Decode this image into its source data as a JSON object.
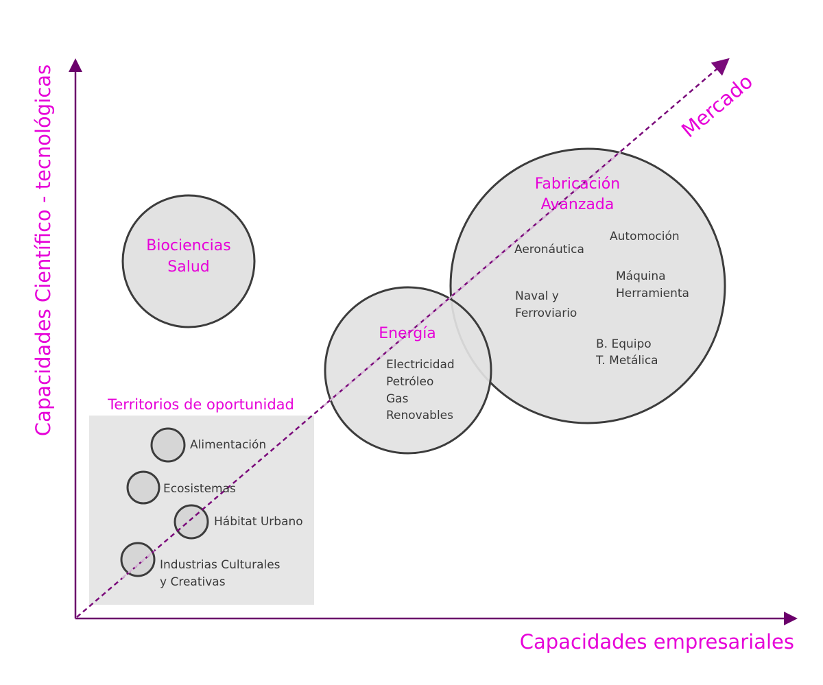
{
  "axes": {
    "x_label": "Capacidades empresariales",
    "y_label": "Capacidades Científico - tecnológicas",
    "diagonal_label": "Mercado"
  },
  "colors": {
    "accent": "#e600d8",
    "axis": "#6b006b",
    "diagonal": "#7a0a7a",
    "circle_fill": "#e2e2e2",
    "territory_box": "#e6e6e6"
  },
  "biociencias": {
    "line1": "Biociencias",
    "line2": "Salud"
  },
  "energia": {
    "title": "Energía",
    "items": [
      "Electricidad",
      "Petróleo",
      "Gas",
      "Renovables"
    ]
  },
  "fabricacion": {
    "title_line1": "Fabricación",
    "title_line2": "Avanzada",
    "aeronautica": "Aeronáutica",
    "automocion": "Automoción",
    "naval_line1": "Naval y",
    "naval_line2": "Ferroviario",
    "maquina_line1": "Máquina",
    "maquina_line2": "Herramienta",
    "bequipo_line1": "B. Equipo",
    "bequipo_line2": "T. Metálica"
  },
  "territorios": {
    "title": "Territorios de oportunidad",
    "alimentacion": "Alimentación",
    "ecosistemas": "Ecosistemas",
    "habitat": "Hábitat Urbano",
    "industrias_line1": "Industrias Culturales",
    "industrias_line2": "y Creativas"
  }
}
